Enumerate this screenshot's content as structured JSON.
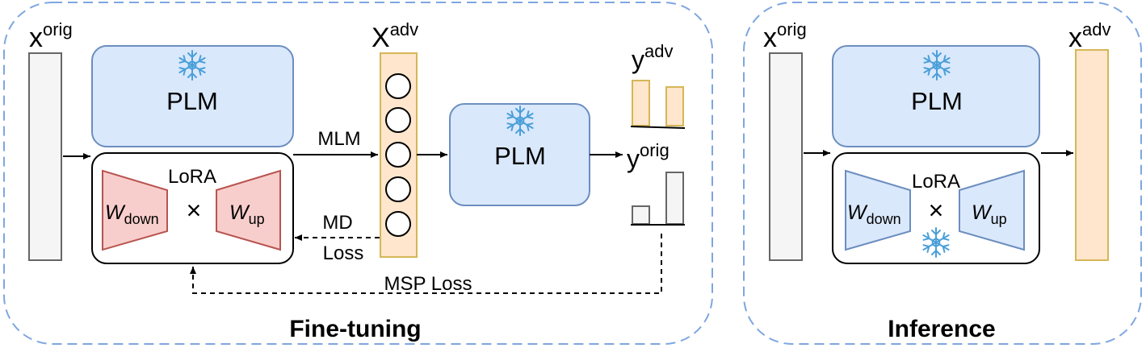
{
  "finetuning": {
    "title": "Fine-tuning",
    "x_orig": {
      "base": "x",
      "sup": "orig"
    },
    "x_adv": {
      "base": "X",
      "sup": "adv"
    },
    "plm_top_label": "PLM",
    "plm_right_label": "PLM",
    "lora": {
      "label": "LoRA",
      "times": "×",
      "w_down": {
        "base": "W",
        "sub": "down"
      },
      "w_up": {
        "base": "W",
        "sub": "up"
      }
    },
    "mlm_label": "MLM",
    "md_loss": {
      "line1": "MD",
      "line2": "Loss"
    },
    "msp_loss": "MSP Loss",
    "y_adv": {
      "base": "y",
      "sup": "adv"
    },
    "y_orig": {
      "base": "y",
      "sup": "orig"
    }
  },
  "inference": {
    "title": "Inference",
    "x_orig": {
      "base": "x",
      "sup": "orig"
    },
    "x_adv": {
      "base": "x",
      "sup": "adv"
    },
    "plm_label": "PLM",
    "lora": {
      "label": "LoRA",
      "times": "×",
      "w_down": {
        "base": "W",
        "sub": "down"
      },
      "w_up": {
        "base": "W",
        "sub": "up"
      }
    }
  },
  "colors": {
    "panel_border": "#7ea6e0",
    "plm_fill": "#dae8fc",
    "plm_stroke": "#6c8ebf",
    "lora_trainable_fill": "#f8cecc",
    "lora_trainable_stroke": "#b85450",
    "adv_fill": "#ffe6cc",
    "adv_stroke": "#d6b656",
    "orig_fill": "#f5f5f5",
    "orig_stroke": "#666666",
    "snowflake": "#4a9fd8"
  },
  "icons": [
    "snowflake-icon"
  ]
}
